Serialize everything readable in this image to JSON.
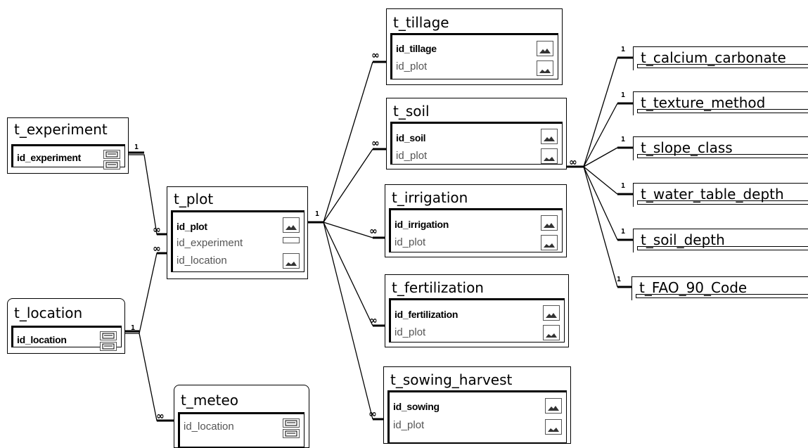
{
  "tables": {
    "t_experiment": {
      "title": "t_experiment",
      "fields": [
        "id_experiment"
      ]
    },
    "t_location": {
      "title": "t_location",
      "fields": [
        "id_location"
      ]
    },
    "t_plot": {
      "title": "t_plot",
      "fields": [
        "id_plot",
        "id_experiment",
        "id_location"
      ]
    },
    "t_meteo": {
      "title": "t_meteo",
      "fields": [
        "id_location"
      ]
    },
    "t_tillage": {
      "title": "t_tillage",
      "fields": [
        "id_tillage",
        "id_plot"
      ]
    },
    "t_soil": {
      "title": "t_soil",
      "fields": [
        "id_soil",
        "id_plot"
      ]
    },
    "t_irrigation": {
      "title": "t_irrigation",
      "fields": [
        "id_irrigation",
        "id_plot"
      ]
    },
    "t_fertilization": {
      "title": "t_fertilization",
      "fields": [
        "id_fertilization",
        "id_plot"
      ]
    },
    "t_sowing_harvest": {
      "title": "t_sowing_harvest",
      "fields": [
        "id_sowing",
        "id_plot"
      ]
    },
    "t_calcium_carbonate": {
      "title": "t_calcium_carbonate"
    },
    "t_texture_method": {
      "title": "t_texture_method"
    },
    "t_slope_class": {
      "title": "t_slope_class"
    },
    "t_water_table_depth": {
      "title": "t_water_table_depth"
    },
    "t_soil_depth": {
      "title": "t_soil_depth"
    },
    "t_FAO_90_Code": {
      "title": "t_FAO_90_Code"
    }
  },
  "cardinality": {
    "one": "1",
    "many": "∞"
  },
  "colors": {
    "line": "#000000",
    "background": "#ffffff",
    "key_field": "#000000",
    "field": "#555555"
  }
}
